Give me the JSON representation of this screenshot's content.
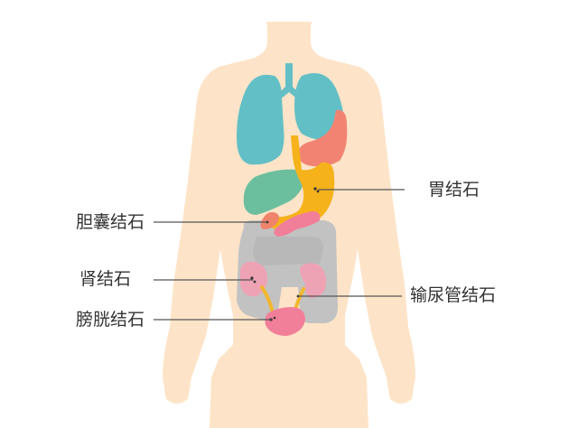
{
  "labels": {
    "stomach": "胃结石",
    "gallbladder": "胆囊结石",
    "kidney": "肾结石",
    "ureter": "输尿管结石",
    "bladder": "膀胱结石"
  },
  "colors": {
    "skin": "#fde4c8",
    "lungs": "#63bfc6",
    "heart": "#f28372",
    "liver": "#6cbf9e",
    "stomach": "#f5b21b",
    "gallbladder": "#f0836b",
    "intestine": "#c2c2c2",
    "kidney": "#eea3b5",
    "bladder": "#f27f9a",
    "ureter": "#f1b72e",
    "leader": "#555555",
    "stone": "#333333"
  }
}
